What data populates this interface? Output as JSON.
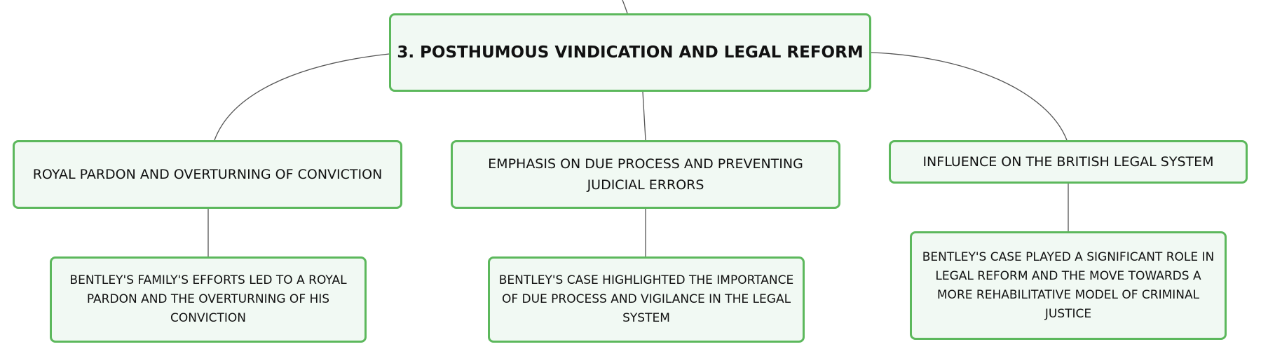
{
  "diagram": {
    "root": {
      "label": "3. POSTHUMOUS VINDICATION AND LEGAL REFORM"
    },
    "branches": [
      {
        "label": "ROYAL PARDON AND OVERTURNING OF CONVICTION",
        "child": "BENTLEY'S FAMILY'S EFFORTS LED TO A ROYAL PARDON AND THE OVERTURNING OF HIS CONVICTION"
      },
      {
        "label": "EMPHASIS ON DUE PROCESS AND PREVENTING JUDICIAL ERRORS",
        "child": "BENTLEY'S CASE HIGHLIGHTED THE IMPORTANCE OF DUE PROCESS AND VIGILANCE IN THE LEGAL SYSTEM"
      },
      {
        "label": "INFLUENCE ON THE BRITISH LEGAL SYSTEM",
        "child": "BENTLEY'S CASE PLAYED A SIGNIFICANT ROLE IN LEGAL REFORM AND THE MOVE TOWARDS A MORE REHABILITATIVE MODEL OF CRIMINAL JUSTICE"
      }
    ]
  },
  "colors": {
    "node_border": "#5cb85c",
    "node_fill": "#f1f9f3",
    "connector": "#555555"
  }
}
